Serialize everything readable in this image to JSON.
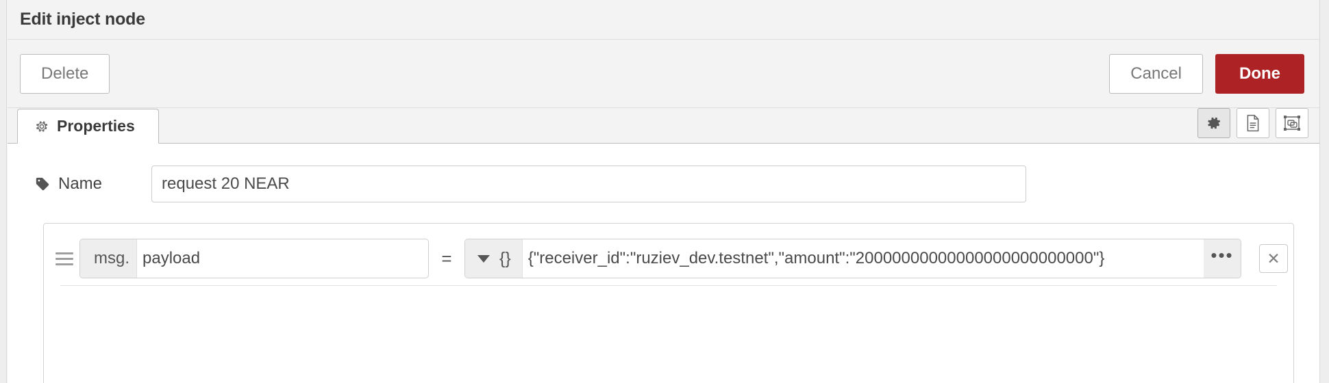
{
  "header": {
    "title": "Edit inject node"
  },
  "toolbar": {
    "delete_label": "Delete",
    "cancel_label": "Cancel",
    "done_label": "Done",
    "done_color": "#ad2224"
  },
  "tabs": [
    {
      "label": "Properties",
      "icon": "gear-icon",
      "active": true
    }
  ],
  "tab_tools": [
    {
      "icon": "gear-icon",
      "active": true
    },
    {
      "icon": "document-icon",
      "active": false
    },
    {
      "icon": "appearance-node-icon",
      "active": false
    }
  ],
  "fields": {
    "name": {
      "label": "Name",
      "icon": "tag-icon",
      "value": "request 20 NEAR",
      "placeholder": "Name"
    }
  },
  "properties": [
    {
      "handle_icon": "drag-handle-icon",
      "key_prefix": "msg.",
      "key_value": "payload",
      "key_placeholder": "payload",
      "operator": "=",
      "type_glyph": "{}",
      "type_name": "JSON",
      "caret_icon": "chevron-down-icon",
      "value": "{\"receiver_id\":\"ruziev_dev.testnet\",\"amount\":\"20000000000000000000000000\"}",
      "expand_label": "•••",
      "delete_label": "✕"
    }
  ]
}
